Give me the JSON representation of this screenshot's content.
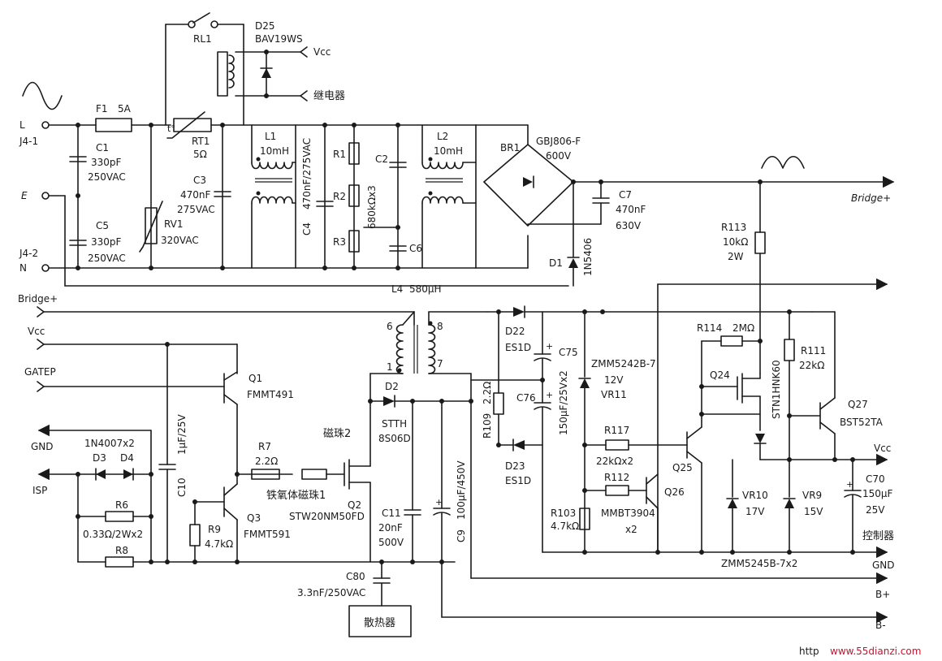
{
  "labels": {
    "L": "L",
    "J4_1": "J4-1",
    "E": "E",
    "J4_2": "J4-2",
    "N": "N",
    "F1": "F1",
    "F1_val": "5A",
    "RL1": "RL1",
    "D25": "D25",
    "D25_val": "BAV19WS",
    "Vcc_top": "Vcc",
    "relay": "继电器",
    "C1": "C1",
    "C1_v1": "330pF",
    "C1_v2": "250VAC",
    "C5": "C5",
    "C5_v1": "330pF",
    "C5_v2": "250VAC",
    "RV1": "RV1",
    "RV1_val": "320VAC",
    "RT1": "RT1",
    "RT1_val": "5Ω",
    "C3": "C3",
    "C3_v1": "470nF",
    "C3_v2": "275VAC",
    "L1": "L1",
    "L1_val": "10mH",
    "C4": "C4",
    "C4_val": "470nF/275VAC",
    "R1": "R1",
    "R2": "R2",
    "R3": "R3",
    "R123_val": "680kΩx3",
    "C2": "C2",
    "C6": "C6",
    "L2": "L2",
    "L2_val": "10mH",
    "BR1": "BR1",
    "BR1_v1": "GBJ806-F",
    "BR1_v2": "600V",
    "C7": "C7",
    "C7_v1": "470nF",
    "C7_v2": "630V",
    "D1": "D1",
    "D1_val": "1N5406",
    "Bridge_plus_out": "Bridge+",
    "R113": "R113",
    "R113_v1": "10kΩ",
    "R113_v2": "2W",
    "L4": "L4",
    "L4_val": "580μH",
    "Bridge_plus_in": "Bridge+",
    "Vcc_in": "Vcc",
    "GATEP": "GATEP",
    "Q1": "Q1",
    "Q1_val": "FMMT491",
    "pin6": "6",
    "pin8": "8",
    "pin1": "1",
    "pin7": "7",
    "D22": "D22",
    "D22_val": "ES1D",
    "C75": "C75",
    "ZMM5242": "ZMM5242B-7",
    "V12": "12V",
    "VR11": "VR11",
    "R114": "R114",
    "R114_val": "2MΩ",
    "R111": "R111",
    "R111_val": "22kΩ",
    "STN1HNK60": "STN1HNK60",
    "Q24": "Q24",
    "Q27": "Q27",
    "Q27_val": "BST52TA",
    "GND_in": "GND",
    "D3D4_val": "1N4007x2",
    "D3": "D3",
    "D4": "D4",
    "ISP": "ISP",
    "R6": "R6",
    "R68_val": "0.33Ω/2Wx2",
    "R8": "R8",
    "C10": "C10",
    "C10_val": "1μF/25V",
    "D2": "D2",
    "D2_v1": "STTH",
    "D2_v2": "8S06D",
    "bead2": "磁珠2",
    "R109": "R109",
    "R109_val": "2.2Ω",
    "C76": "C76",
    "C7576_val": "150μF/25Vx2",
    "R117": "R117",
    "R117_val": "22kΩx2",
    "R112": "R112",
    "Q25": "Q25",
    "Q26": "Q26",
    "Vcc_out": "Vcc",
    "C70": "C70",
    "C70_v1": "150μF",
    "C70_v2": "25V",
    "R7": "R7",
    "R7_val": "2.2Ω",
    "ferrite": "铁氧体磁珠1",
    "Q2": "Q2",
    "Q2_val": "STW20NM50FD",
    "Q3": "Q3",
    "Q3_val": "FMMT591",
    "R9": "R9",
    "R9_val": "4.7kΩ",
    "C11": "C11",
    "C11_v1": "20nF",
    "C11_v2": "500V",
    "C9": "C9",
    "C9_val": "100μF/450V",
    "D23": "D23",
    "D23_val": "ES1D",
    "R103": "R103",
    "R103_val": "4.7kΩ",
    "MMBT3904": "MMBT3904",
    "x2": "x2",
    "VR10": "VR10",
    "VR10_val": "17V",
    "VR9": "VR9",
    "VR9_val": "15V",
    "controller": "控制器",
    "ZMM5245": "ZMM5245B-7x2",
    "GND_out": "GND",
    "C80": "C80",
    "C80_val": "3.3nF/250VAC",
    "heatsink": "散热器",
    "Bplus": "B+",
    "Bminus": "B-",
    "RT1_t": "t°",
    "watermark_a": "http",
    "watermark_b": "www.55dianzi.com"
  }
}
